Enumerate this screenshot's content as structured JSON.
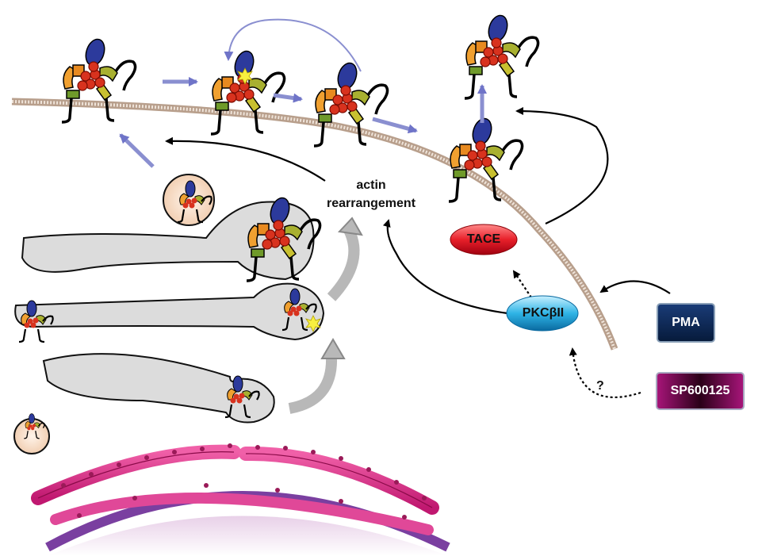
{
  "labels": {
    "actin_line1": "actin",
    "actin_line2": "rearrangement",
    "tace": "TACE",
    "pkc": "PKCβII",
    "pma": "PMA",
    "sp": "SP600125",
    "question": "?"
  },
  "colors": {
    "tace": "#e8202a",
    "pkc": "#2fb4e6",
    "pma": "#0c2a55",
    "sp": "#6a0a4a",
    "membrane": "#b89f8c",
    "golgi": "#d8d8d8",
    "er": "#d6378a",
    "nucleus": "#7a3fa0",
    "protein_blue": "#2c3a9c",
    "protein_orange": "#f0a030",
    "protein_red": "#d8321e",
    "protein_green": "#6f9a2a",
    "arrow_blue": "#8a8fd0",
    "arrow_gray": "#a8a8a8"
  },
  "icons": [
    "ectodomain-protein-icon",
    "vesicle-icon",
    "golgi-cisterna-icon",
    "er-membrane-icon",
    "nucleus-icon"
  ]
}
